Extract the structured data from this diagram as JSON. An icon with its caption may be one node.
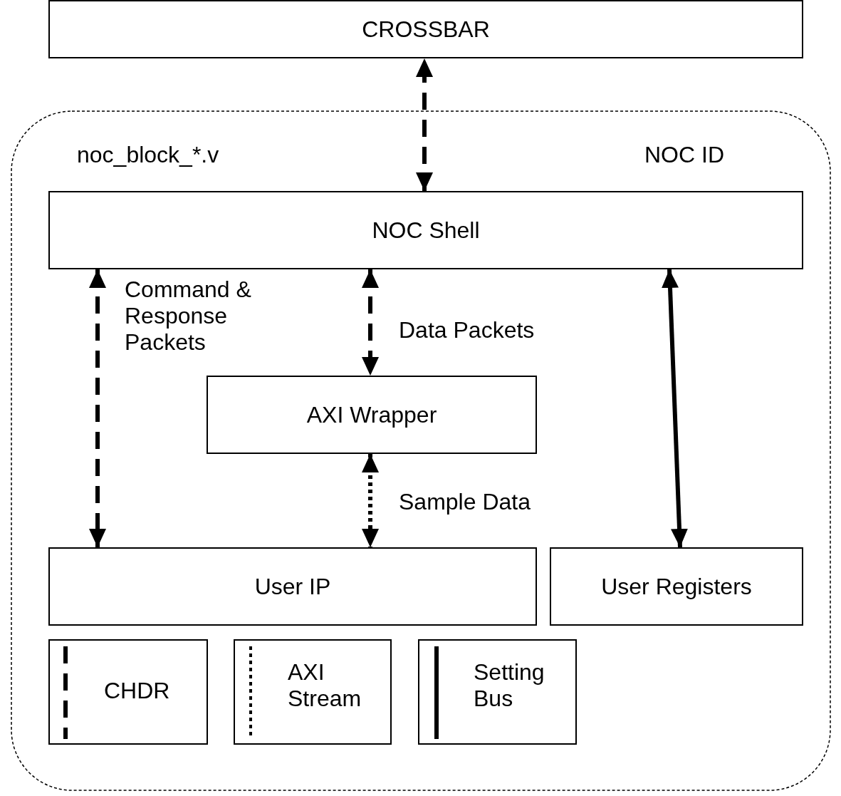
{
  "diagram": {
    "nodes": [
      {
        "text": [
          "CROSSBAR"
        ]
      },
      {
        "text": [
          "noc_block_*.v",
          "NOC ID"
        ]
      },
      {
        "text": [
          "NOC Shell"
        ],
        "in": 1
      },
      {
        "text": [
          "AXI Wrapper"
        ],
        "in": 1
      },
      {
        "text": [
          "User IP"
        ],
        "in": 1
      },
      {
        "text": [
          "User Registers"
        ],
        "in": 1
      }
    ],
    "edges": [
      {
        "from": 2,
        "to": 0,
        "arrow": "both",
        "style": "dashed"
      },
      {
        "from": 2,
        "to": 4,
        "arrow": "both",
        "style": "dashed",
        "label": "Command & Response Packets"
      },
      {
        "from": 2,
        "to": 3,
        "arrow": "both",
        "style": "dashed",
        "label": "Data Packets"
      },
      {
        "from": 3,
        "to": 4,
        "arrow": "both",
        "style": "dashed",
        "label": "Sample Data"
      },
      {
        "from": 2,
        "to": 5,
        "arrow": "both"
      }
    ],
    "legend": [
      {
        "text": "CHDR"
      },
      {
        "text": "AXI Stream"
      },
      {
        "text": "Setting Bus"
      }
    ]
  }
}
